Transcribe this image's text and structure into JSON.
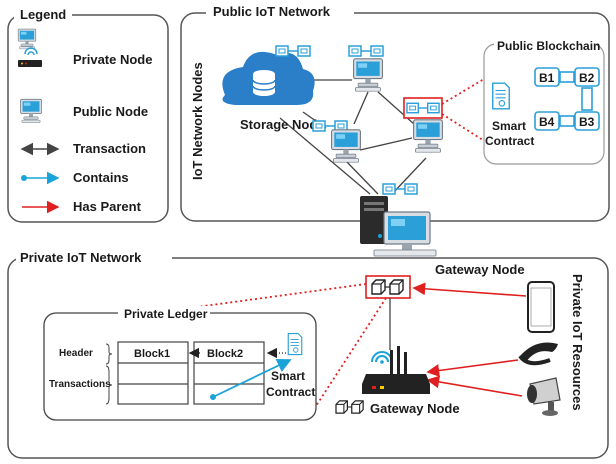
{
  "legend": {
    "title": "Legend",
    "items": [
      {
        "icon": "private-node-icon",
        "label": "Private Node"
      },
      {
        "icon": "public-node-icon",
        "label": "Public Node"
      },
      {
        "icon": "bidirectional-arrow-icon",
        "label": "Transaction",
        "color": "#555555"
      },
      {
        "icon": "dot-arrow-icon",
        "label": "Contains",
        "color": "#1aa3d9"
      },
      {
        "icon": "arrow-icon",
        "label": "Has Parent",
        "color": "#e02020"
      }
    ]
  },
  "public_network": {
    "title": "Public IoT Network",
    "side_label": "IoT Network Nodes",
    "storage_label": "Storage Node",
    "blockchain": {
      "title": "Public Blockchain",
      "blocks": [
        "B1",
        "B2",
        "B3",
        "B4"
      ],
      "contract_label_1": "Smart",
      "contract_label_2": "Contract"
    }
  },
  "private_network": {
    "title": "Private IoT Network",
    "gateway_label": "Gateway Node",
    "gateway_label_2": "Gateway Node",
    "resources_label": "Private IoT Resources",
    "ledger": {
      "title": "Private Ledger",
      "header_label": "Header",
      "transactions_label": "Transactions",
      "blocks": [
        "Block1",
        "Block2"
      ],
      "contract_label_1": "Smart",
      "contract_label_2": "Contract"
    }
  },
  "colors": {
    "red": "#e02020",
    "blue": "#1aa3d9",
    "frame": "#555555",
    "node_blue": "#2a9fd8"
  }
}
